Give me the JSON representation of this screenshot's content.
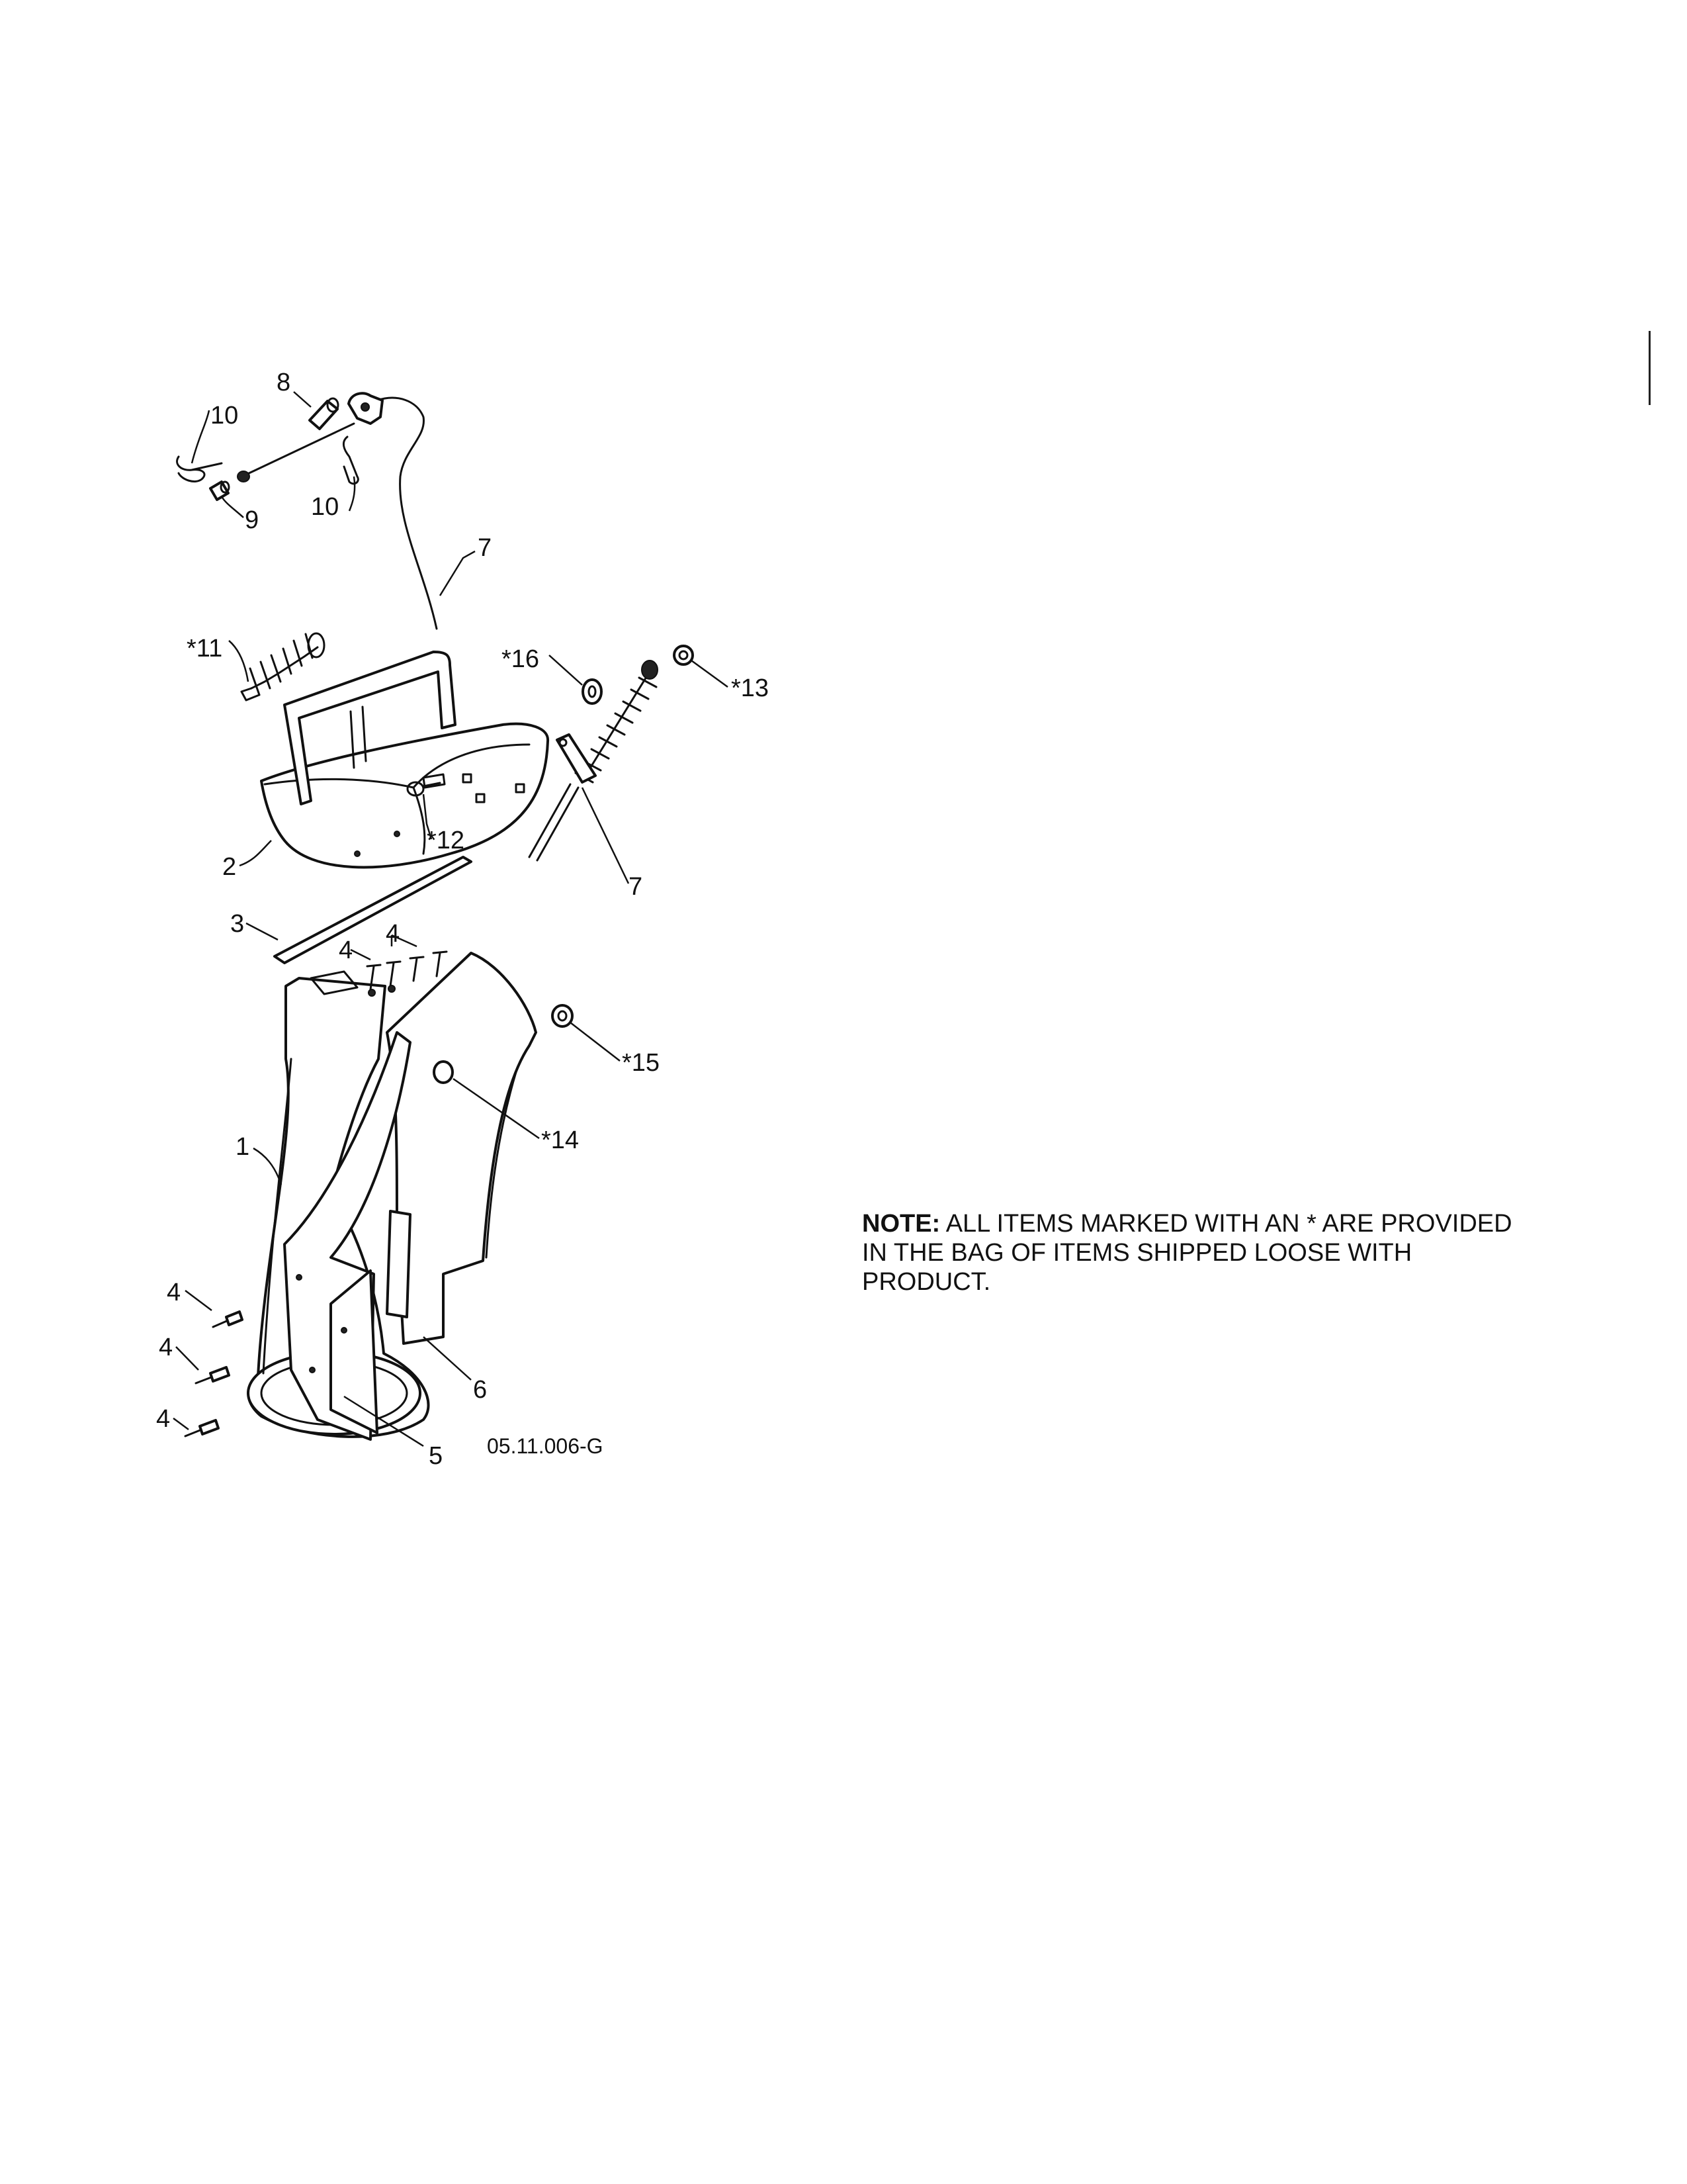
{
  "diagram": {
    "figure_code": "05.11.006-G",
    "callouts": {
      "c10a": "10",
      "c8": "8",
      "c9": "9",
      "c10b": "10",
      "c7a": "7",
      "c11": "*11",
      "c16": "*16",
      "c13": "*13",
      "c2": "2",
      "c12": "*12",
      "c7b": "7",
      "c3": "3",
      "c4a": "4",
      "c4b": "4",
      "c15": "*15",
      "c14": "*14",
      "c1": "1",
      "c4c": "4",
      "c4d": "4",
      "c6": "6",
      "c4e": "4",
      "c5": "5"
    }
  },
  "note": {
    "label": "NOTE:",
    "text": "ALL ITEMS MARKED WITH AN * ARE PROVIDED IN THE BAG OF ITEMS SHIPPED LOOSE WITH PRODUCT."
  }
}
